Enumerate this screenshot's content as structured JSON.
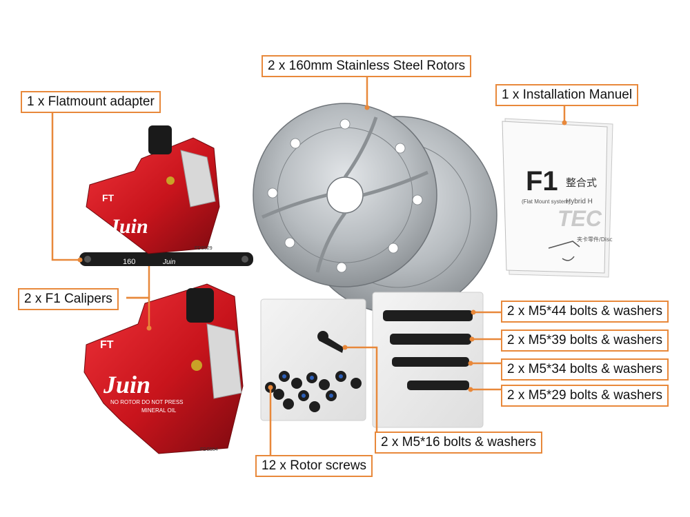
{
  "callouts": {
    "flatmount": "1 x Flatmount adapter",
    "calipers": "2 x F1 Calipers",
    "rotors": "2 x 160mm Stainless Steel Rotors",
    "manual": "1 x Installation Manuel",
    "bolts_m5_44": "2 x M5*44 bolts & washers",
    "bolts_m5_39": "2 x M5*39 bolts & washers",
    "bolts_m5_34": "2 x M5*34 bolts & washers",
    "bolts_m5_29": "2 x M5*29 bolts & washers",
    "bolts_m5_16": "2 x M5*16 bolts & washers",
    "rotor_screws": "12 x Rotor screws"
  },
  "product_markings": {
    "brand": "Juin",
    "caliper_model": "FT",
    "caliper_warning_1": "NO ROTOR DO NOT PRESS",
    "caliper_warning_2": "MINERAL OIL",
    "caliper_code_top": "FDS529",
    "caliper_code_bottom": "FDS554",
    "adapter_size": "160",
    "manual_title": "F1",
    "manual_subtitle_cn": "整合式",
    "manual_line_1": "(Flat Mount system)",
    "manual_line_2": "Hybrid H",
    "manual_brand_partial": "TEC",
    "manual_footer_cn": "夹卡零件/Disc"
  },
  "colors": {
    "callout_border": "#e8883a",
    "caliper_red": "#c8141c",
    "rotor_steel": "#b7bcc0"
  }
}
